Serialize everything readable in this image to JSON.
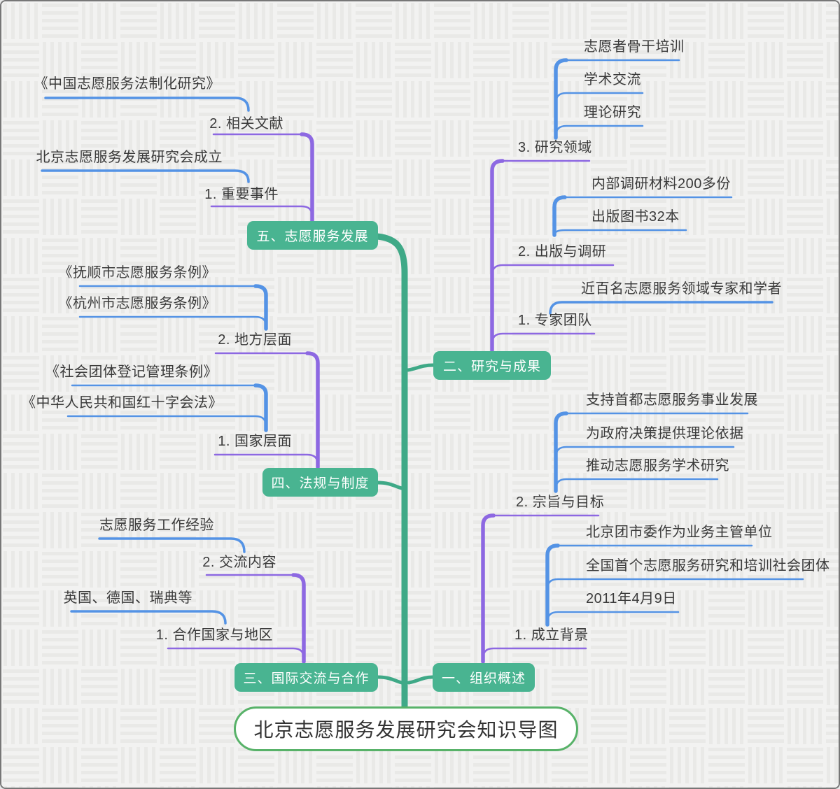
{
  "root": {
    "label": "北京志愿服务发展研究会知识导图"
  },
  "branches": [
    {
      "label": "一、组织概述",
      "children": [
        {
          "label": "2. 宗旨与目标",
          "leaves": [
            "支持首都志愿服务事业发展",
            "为政府决策提供理论依据",
            "推动志愿服务学术研究"
          ]
        },
        {
          "label": "1. 成立背景",
          "leaves": [
            "北京团市委作为业务主管单位",
            "全国首个志愿服务研究和培训社会团体",
            "2011年4月9日"
          ]
        }
      ]
    },
    {
      "label": "二、研究与成果",
      "children": [
        {
          "label": "3. 研究领域",
          "leaves": [
            "志愿者骨干培训",
            "学术交流",
            "理论研究"
          ]
        },
        {
          "label": "2. 出版与调研",
          "leaves": [
            "内部调研材料200多份",
            "出版图书32本"
          ]
        },
        {
          "label": "1. 专家团队",
          "leaves": [
            "近百名志愿服务领域专家和学者"
          ]
        }
      ]
    },
    {
      "label": "三、国际交流与合作",
      "children": [
        {
          "label": "2. 交流内容",
          "leaves": [
            "志愿服务工作经验"
          ]
        },
        {
          "label": "1. 合作国家与地区",
          "leaves": [
            "英国、德国、瑞典等"
          ]
        }
      ]
    },
    {
      "label": "四、法规与制度",
      "children": [
        {
          "label": "2. 地方层面",
          "leaves": [
            "《抚顺市志愿服务条例》",
            "《杭州市志愿服务条例》"
          ]
        },
        {
          "label": "1. 国家层面",
          "leaves": [
            "《社会团体登记管理条例》",
            "《中华人民共和国红十字会法》"
          ]
        }
      ]
    },
    {
      "label": "五、志愿服务发展",
      "children": [
        {
          "label": "2. 相关文献",
          "leaves": [
            "《中国志愿服务法制化研究》"
          ]
        },
        {
          "label": "1. 重要事件",
          "leaves": [
            "北京志愿服务发展研究会成立"
          ]
        }
      ]
    }
  ],
  "colors": {
    "main_topic_bg": "#49b491",
    "main_topic_text": "#ffffff",
    "trunk": "#3fa987",
    "level2_line": "#8d68e2",
    "leaf_line": "#5493e5",
    "root_border": "#58b269",
    "root_bg": "#ffffff",
    "text": "#3a3a3a",
    "canvas_bg": "#f2f2f1"
  }
}
